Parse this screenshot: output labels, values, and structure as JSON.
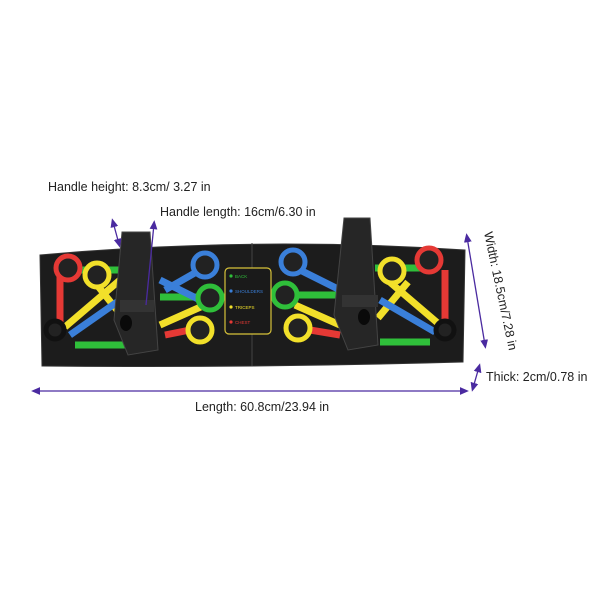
{
  "product": {
    "panel_labels": [
      "BACK",
      "SHOULDERS",
      "TRICEPS",
      "CHEST"
    ],
    "panel_colors": [
      "#2fbf3a",
      "#3a7fd9",
      "#f2e02a",
      "#e53935"
    ]
  },
  "dimensions": {
    "handle_height": "Handle height: 8.3cm/ 3.27 in",
    "handle_length": "Handle length: 16cm/6.30 in",
    "width": "Width: 18.5cm/7.28 in",
    "thick": "Thick: 2cm/0.78 in",
    "length": "Length: 60.8cm/23.94 in"
  },
  "colors": {
    "arrow": "#4a2aa0",
    "board": "#1c1c1c",
    "red": "#e53935",
    "yellow": "#f2e02a",
    "blue": "#3a7fd9",
    "green": "#2fbf3a"
  }
}
